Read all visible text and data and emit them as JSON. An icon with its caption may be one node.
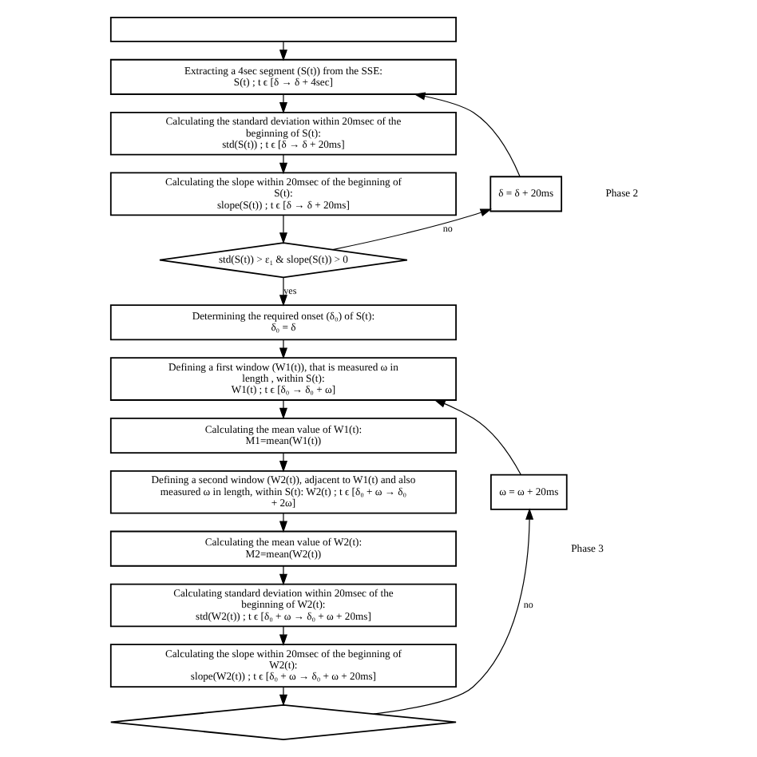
{
  "diagram": {
    "nodes": [
      {
        "text": [],
        "shape": "box"
      },
      {
        "text": [
          "Extracting a 4sec segment (S(t)) from the SSE:",
          "S(t) ; t ϵ [δ → δ + 4sec]"
        ]
      },
      {
        "text": [
          "Calculating the standard deviation within 20msec of the beginning of S(t):",
          "std(S(t)) ; t ϵ [δ → δ + 20ms]"
        ]
      },
      {
        "text": [
          "Calculating the slope within 20msec of the beginning of S(t):",
          "slope(S(t)) ; t ϵ [δ → δ + 20ms]"
        ]
      },
      {
        "text": [
          "std(S(t)) > ε₁ & slope(S(t)) > 0"
        ]
      },
      {
        "text": [
          "δ = δ + 20ms"
        ]
      },
      {
        "text": [
          "Determining the required onset (δ₀) of S(t):",
          "δ₀ = δ"
        ]
      },
      {
        "text": [
          "Defining a first window (W1(t)), that is measured ω in length , within S(t):",
          "W1(t) ; t ϵ [δ₀ → δ₀ + ω]"
        ]
      },
      {
        "text": [
          "Calculating the mean value of W1(t):",
          "M1=mean(W1(t))"
        ]
      },
      {
        "text": [
          "Defining a second window (W2(t)), adjacent to W1(t) and also measured ω in length, within S(t): W2(t) ; t ϵ [δ₀ + ω → δ₀ + 2ω]"
        ]
      },
      {
        "text": [
          "Calculating the mean value of W2(t):",
          "M2=mean(W2(t))"
        ]
      },
      {
        "text": [
          "Calculating standard deviation within 20msec of the beginning of W2(t):",
          "std(W2(t)) ; t ϵ [δ₀ + ω → δ₀ + ω + 20ms]"
        ]
      },
      {
        "text": [
          "Calculating the slope within 20msec of the beginning of W2(t):",
          "slope(W2(t)) ; t ϵ [δ₀ + ω → δ₀ + ω + 20ms]"
        ]
      },
      {
        "text": [],
        "shape": "diamond"
      },
      {
        "text": [
          "ω = ω + 20ms"
        ]
      }
    ],
    "edges": [
      {
        "from": 0,
        "to": 1,
        "arrow": "to"
      },
      {
        "from": 5,
        "to": 1,
        "arrow": "to"
      },
      {
        "from": 1,
        "to": 2,
        "arrow": "to"
      },
      {
        "from": 2,
        "to": 3,
        "arrow": "to"
      },
      {
        "from": 3,
        "to": 4,
        "arrow": "to"
      },
      {
        "from": 4,
        "to": 5,
        "arrow": "to",
        "label": "no"
      },
      {
        "from": 4,
        "to": 6,
        "arrow": "to",
        "label": "yes"
      },
      {
        "from": 6,
        "to": 7,
        "arrow": "to"
      },
      {
        "from": 14,
        "to": 7,
        "arrow": "to"
      },
      {
        "from": 7,
        "to": 8,
        "arrow": "to"
      },
      {
        "from": 8,
        "to": 9,
        "arrow": "to"
      },
      {
        "from": 9,
        "to": 10,
        "arrow": "to"
      },
      {
        "from": 10,
        "to": 11,
        "arrow": "to"
      },
      {
        "from": 11,
        "to": 12,
        "arrow": "to"
      },
      {
        "from": 12,
        "to": 13,
        "arrow": "to"
      },
      {
        "from": 13,
        "to": 14,
        "arrow": "to",
        "label": "no"
      }
    ],
    "labels": [
      "Phase 2",
      "Phase 3"
    ]
  }
}
